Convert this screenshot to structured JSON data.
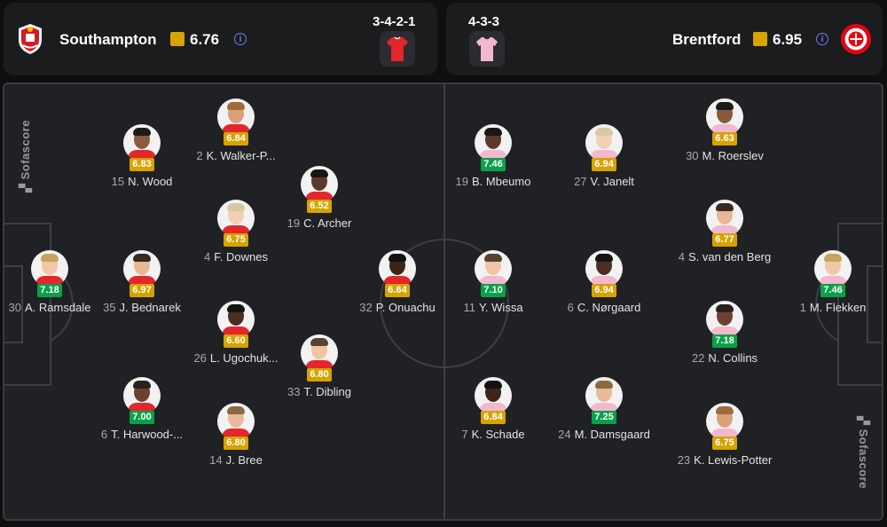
{
  "home": {
    "name": "Southampton",
    "rating": "6.76",
    "formation": "3-4-2-1",
    "kit_color": "#e3262b",
    "rating_color": "#d6a300",
    "players": [
      {
        "number": "30",
        "name": "A. Ramsdale",
        "rating": "7.18",
        "tier": "green"
      },
      {
        "number": "15",
        "name": "N. Wood",
        "rating": "6.83",
        "tier": "amber"
      },
      {
        "number": "35",
        "name": "J. Bednarek",
        "rating": "6.97",
        "tier": "amber"
      },
      {
        "number": "6",
        "name": "T. Harwood-...",
        "rating": "7.00",
        "tier": "green"
      },
      {
        "number": "2",
        "name": "K. Walker-P...",
        "rating": "6.84",
        "tier": "amber"
      },
      {
        "number": "4",
        "name": "F. Downes",
        "rating": "6.75",
        "tier": "amber"
      },
      {
        "number": "26",
        "name": "L. Ugochuk...",
        "rating": "6.60",
        "tier": "amber"
      },
      {
        "number": "14",
        "name": "J. Bree",
        "rating": "6.80",
        "tier": "amber"
      },
      {
        "number": "19",
        "name": "C. Archer",
        "rating": "6.52",
        "tier": "amber"
      },
      {
        "number": "33",
        "name": "T. Dibling",
        "rating": "6.80",
        "tier": "amber"
      },
      {
        "number": "32",
        "name": "P. Onuachu",
        "rating": "6.64",
        "tier": "amber"
      }
    ]
  },
  "away": {
    "name": "Brentford",
    "rating": "6.95",
    "formation": "4-3-3",
    "kit_color": "#f2b8d0",
    "rating_color": "#d6a300",
    "players": [
      {
        "number": "1",
        "name": "M. Flekken",
        "rating": "7.46",
        "tier": "green"
      },
      {
        "number": "30",
        "name": "M. Roerslev",
        "rating": "6.63",
        "tier": "amber"
      },
      {
        "number": "4",
        "name": "S. van den Berg",
        "rating": "6.77",
        "tier": "amber"
      },
      {
        "number": "22",
        "name": "N. Collins",
        "rating": "7.18",
        "tier": "green"
      },
      {
        "number": "23",
        "name": "K. Lewis-Potter",
        "rating": "6.75",
        "tier": "amber"
      },
      {
        "number": "27",
        "name": "V. Janelt",
        "rating": "6.94",
        "tier": "amber"
      },
      {
        "number": "6",
        "name": "C. Nørgaard",
        "rating": "6.94",
        "tier": "amber"
      },
      {
        "number": "24",
        "name": "M. Damsgaard",
        "rating": "7.25",
        "tier": "green"
      },
      {
        "number": "19",
        "name": "B. Mbeumo",
        "rating": "7.46",
        "tier": "green"
      },
      {
        "number": "11",
        "name": "Y. Wissa",
        "rating": "7.10",
        "tier": "green"
      },
      {
        "number": "7",
        "name": "K. Schade",
        "rating": "6.84",
        "tier": "amber"
      }
    ]
  },
  "brand": "Sofascore",
  "icons": {
    "info": "info-icon",
    "home_crest": "southampton-crest-icon",
    "away_crest": "brentford-crest-icon",
    "kit": "jersey-icon"
  }
}
